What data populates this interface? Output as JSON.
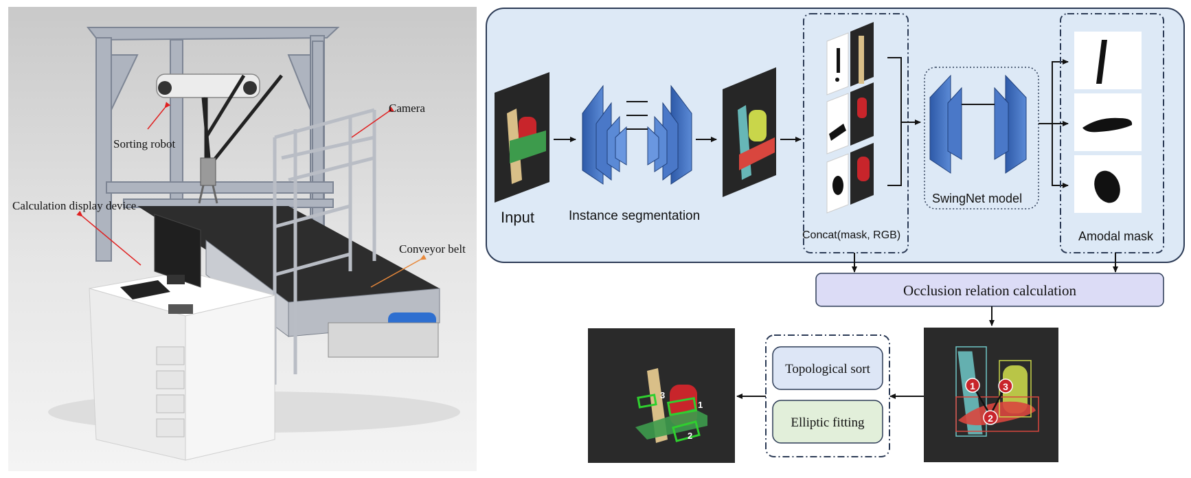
{
  "left_panel": {
    "labels": {
      "camera": "Camera",
      "sorting_robot": "Sorting robot",
      "calc_display": "Calculation display device",
      "conveyor": "Conveyor belt"
    }
  },
  "pipeline": {
    "input_label": "Input",
    "instance_seg_label": "Instance segmentation",
    "concat_label": "Concat(mask, RGB)",
    "swingnet_label": "SwingNet model",
    "amodal_label": "Amodal mask",
    "occlusion_label": "Occlusion relation calculation"
  },
  "bottom": {
    "topological_label": "Topological sort",
    "elliptic_label": "Elliptic fitting",
    "result_numbers": [
      "1",
      "2",
      "3"
    ],
    "occlusion_numbers": [
      "1",
      "2",
      "3"
    ]
  },
  "colors": {
    "panel_bg": "#dde9f6",
    "panel_border": "#2b3a55",
    "block_blue": "#4a78c8",
    "occlusion_bg": "#dcdcf6",
    "topo_bg": "#dde6f6",
    "elliptic_bg": "#e2efda",
    "arrow_red": "#e02020",
    "arrow_orange": "#e8883a"
  }
}
